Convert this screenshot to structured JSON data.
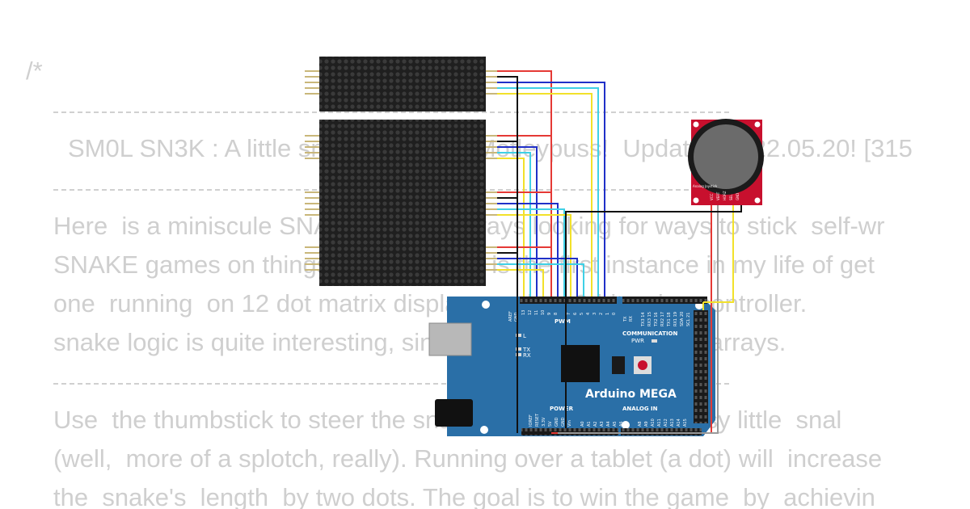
{
  "code": {
    "comment_open": "/*",
    "title": "SM0L SN3K : A little snake game by Motleypuss!  Updated 2022.05.20! [315",
    "paragraph1": [
      "Here  is a miniscule SNAKE game. Always looking for ways to stick  self-wr",
      "SNAKE games on things, I guess. This is the first instance in my life of get",
      "one  running  on 12 dot matrix displays and an 8-bit  microcontroller.",
      "snake logic is quite interesting, since there are no dynamic arrays."
    ],
    "paragraph2": [
      "Use  the thumbstick to steer the snake.  You play as a teensy little  snal",
      "(well,  more of a splotch, really). Running over a tablet (a dot) will  increase",
      "the  snake's  length  by two dots. The goal is to win the game  by  achievin"
    ]
  },
  "board": {
    "name": "Arduino MEGA",
    "pwm_label": "PWM",
    "communication_label": "COMMUNICATION",
    "power_label": "POWER",
    "analog_label": "ANALOG IN",
    "pwr_led_label": "PWR",
    "led_l": "L",
    "led_tx": "TX",
    "led_rx": "RX",
    "aref": "AREF",
    "gnd": "GND",
    "digital_pins": [
      "13",
      "12",
      "11",
      "10",
      "9",
      "8",
      "7",
      "6",
      "5",
      "4",
      "3",
      "2",
      "1",
      "0"
    ],
    "tx_rx_pins": [
      "TX",
      "RX"
    ],
    "comm_pins": [
      "TX3 14",
      "RX3 15",
      "TX2 16",
      "RX2 17",
      "TX1 18",
      "RX1 19",
      "SDA 20",
      "SCL 21"
    ],
    "power_pins": [
      "IOREF",
      "RESET",
      "3.3V",
      "5V",
      "GND",
      "GND",
      "Vin"
    ],
    "analog_pins": [
      "A0",
      "A1",
      "A2",
      "A3",
      "A4",
      "A5",
      "A6",
      "A7",
      "A8",
      "A9",
      "A10",
      "A11",
      "A12",
      "A13",
      "A14",
      "A15"
    ]
  },
  "joystick": {
    "label": "Analog Joystick",
    "pins": [
      "VCC",
      "VERT",
      "HORZ",
      "SEL",
      "GND"
    ]
  },
  "colors": {
    "board_blue": "#2a6fa7",
    "matrix": "#222222",
    "wire_red": "#e53935",
    "wire_black": "#111111",
    "wire_blue": "#2030c8",
    "wire_cyan": "#3fd0e6",
    "wire_yellow": "#f2e12a",
    "wire_gray": "#9a9a9a",
    "joystick_red": "#c8102e"
  }
}
